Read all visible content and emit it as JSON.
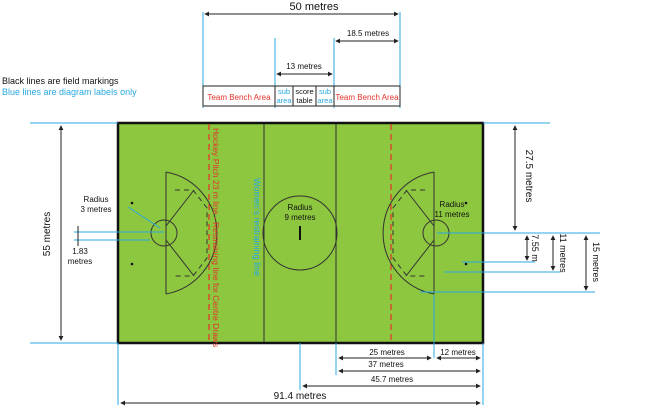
{
  "legend": {
    "black": "Black lines are field markings",
    "blue": "Blue lines are diagram labels only"
  },
  "bench": {
    "width_label": "50 metres",
    "half_label": "18.5 metres",
    "table_label": "13 metres",
    "left_bench": "Team Bench Area",
    "right_bench": "Team Bench Area",
    "sub1": "sub",
    "area1": "area",
    "score1": "score",
    "table1": "table",
    "sub2": "sub",
    "area2": "area"
  },
  "field": {
    "length_label": "91.4 metres",
    "width_label": "55 metres",
    "half_width_label": "27.5 metres",
    "hockey_line_label": "Hockey Pitch 23 m line - Restraining line for Centre Draws",
    "womens_line_label": "Women's restraining line",
    "centre_radius": "Radius",
    "centre_radius_val": "9 metres",
    "left_radius": "Radius",
    "left_radius_val": "3 metres",
    "left_crease_label": "1.83",
    "left_crease_unit": "metres",
    "right_radius": "Radius",
    "right_radius_val": "11 metres",
    "d_755": "7.55 m",
    "d_11": "11 metres",
    "d_15": "15 metres",
    "d_25": "25 metres",
    "d_12": "12 metres",
    "d_37": "37 metres",
    "d_457": "45.7 metres"
  },
  "colors": {
    "field": "#8dc63f",
    "marking": "#222222",
    "label_line": "#29a8e0",
    "red": "#e5312b",
    "blue_text": "#29a8e0"
  }
}
